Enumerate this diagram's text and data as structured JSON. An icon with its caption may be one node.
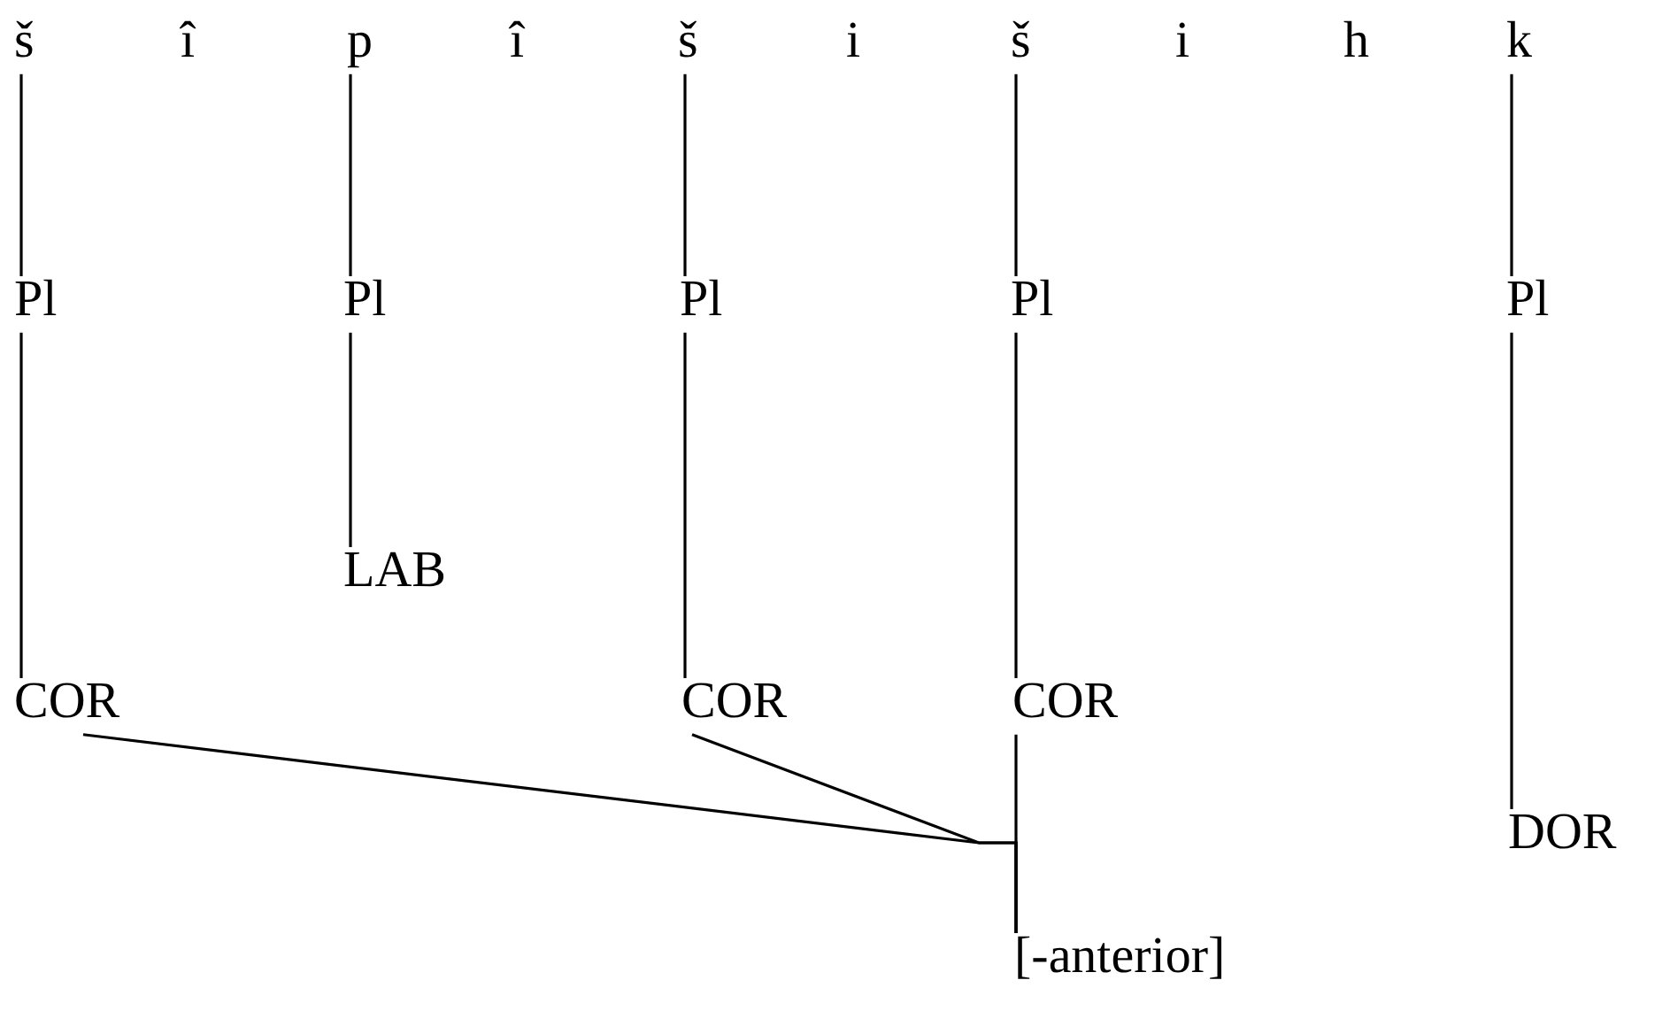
{
  "diagram": {
    "nodes": [
      {
        "text": [
          "š"
        ]
      },
      {
        "text": [
          "î"
        ]
      },
      {
        "text": [
          "p"
        ]
      },
      {
        "text": [
          "î"
        ]
      },
      {
        "text": [
          "š"
        ]
      },
      {
        "text": [
          "i"
        ]
      },
      {
        "text": [
          "š"
        ]
      },
      {
        "text": [
          "i"
        ]
      },
      {
        "text": [
          "h"
        ]
      },
      {
        "text": [
          "k"
        ]
      },
      {
        "text": [
          "Pl"
        ]
      },
      {
        "text": [
          "Pl"
        ]
      },
      {
        "text": [
          "Pl"
        ]
      },
      {
        "text": [
          "Pl"
        ]
      },
      {
        "text": [
          "Pl"
        ]
      },
      {
        "text": [
          "LAB"
        ]
      },
      {
        "text": [
          "COR"
        ]
      },
      {
        "text": [
          "COR"
        ]
      },
      {
        "text": [
          "COR"
        ]
      },
      {
        "text": [
          "DOR"
        ]
      },
      {
        "text": [
          "[-anterior]"
        ]
      }
    ],
    "edges": [
      {
        "from": 0,
        "to": 10,
        "arrow": "none"
      },
      {
        "from": 2,
        "to": 11,
        "arrow": "none"
      },
      {
        "from": 4,
        "to": 12,
        "arrow": "none"
      },
      {
        "from": 6,
        "to": 13,
        "arrow": "none"
      },
      {
        "from": 9,
        "to": 14,
        "arrow": "none"
      },
      {
        "from": 10,
        "to": 16,
        "arrow": "none"
      },
      {
        "from": 11,
        "to": 15,
        "arrow": "none"
      },
      {
        "from": 12,
        "to": 17,
        "arrow": "none"
      },
      {
        "from": 13,
        "to": 18,
        "arrow": "none"
      },
      {
        "from": 14,
        "to": 19,
        "arrow": "none"
      },
      {
        "from": 16,
        "to": 20,
        "arrow": "none"
      },
      {
        "from": 17,
        "to": 20,
        "arrow": "none"
      },
      {
        "from": 18,
        "to": 20,
        "arrow": "none"
      }
    ]
  }
}
